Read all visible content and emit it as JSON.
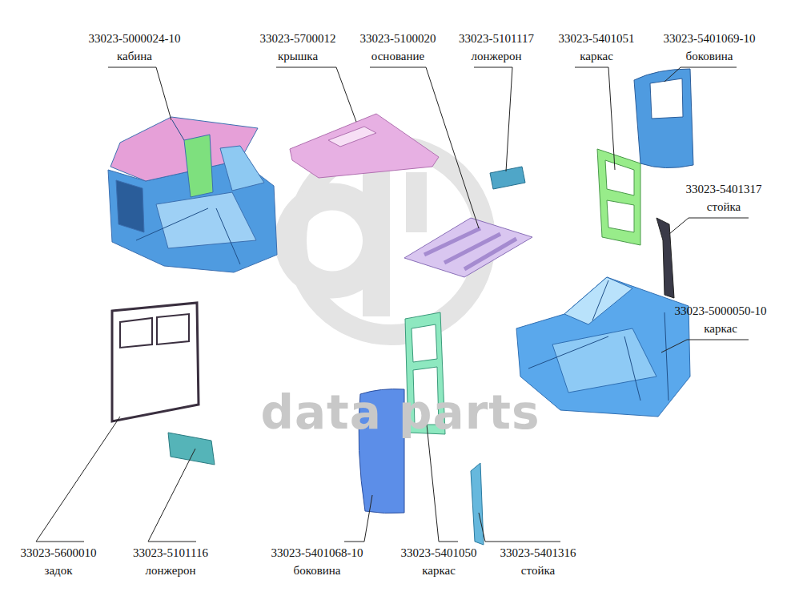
{
  "diagram": {
    "labels": [
      "33023-5000024-10",
      "кабина",
      "33023-5700012",
      "крышка",
      "33023-5100020",
      "основание",
      "33023-5101117",
      "лонжерон",
      "33023-5401051",
      "каркас",
      "33023-5401069-10",
      "боковина",
      "33023-5401317",
      "стойка",
      "33023-5000050-10",
      "каркас",
      "data parts",
      "33023-5600010",
      "задок",
      "33023-5101116",
      "лонжерон",
      "33023-5401068-10",
      "боковина",
      "33023-5401050",
      "каркас",
      "33023-5401316",
      "стойка"
    ]
  }
}
